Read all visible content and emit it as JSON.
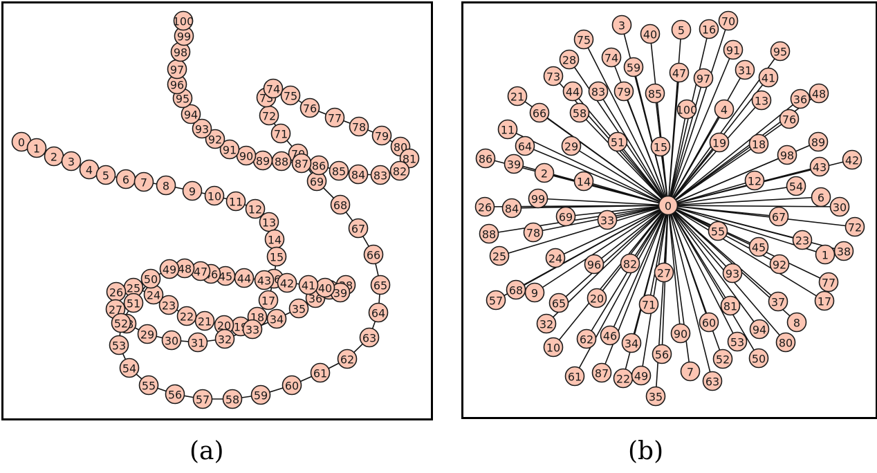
{
  "figure": {
    "panels": [
      {
        "id": "a",
        "caption": "(a)",
        "kind": "path-graph",
        "node_labels": [
          "0",
          "1",
          "2",
          "3",
          "4",
          "5",
          "6",
          "7",
          "8",
          "9",
          "10",
          "11",
          "12",
          "13",
          "14",
          "15",
          "16",
          "17",
          "18",
          "19",
          "20",
          "21",
          "22",
          "23",
          "24",
          "25",
          "26",
          "27",
          "28",
          "29",
          "30",
          "31",
          "32",
          "33",
          "34",
          "35",
          "36",
          "37",
          "38",
          "39",
          "40",
          "41",
          "42",
          "43",
          "44",
          "45",
          "46",
          "47",
          "48",
          "49",
          "50",
          "51",
          "52",
          "53",
          "54",
          "55",
          "56",
          "57",
          "58",
          "59",
          "60",
          "61",
          "62",
          "63",
          "64",
          "65",
          "66",
          "67",
          "68",
          "69",
          "70",
          "71",
          "72",
          "73",
          "74",
          "75",
          "76",
          "77",
          "78",
          "79",
          "80",
          "81",
          "82",
          "83",
          "84",
          "85",
          "86",
          "87",
          "88",
          "89",
          "90",
          "91",
          "92",
          "93",
          "94",
          "95",
          "96",
          "97",
          "98",
          "99",
          "100"
        ]
      },
      {
        "id": "b",
        "caption": "(b)",
        "kind": "star-graph",
        "hub_label": "0",
        "node_labels": [
          "0",
          "1",
          "2",
          "3",
          "4",
          "5",
          "6",
          "7",
          "8",
          "9",
          "10",
          "11",
          "12",
          "13",
          "14",
          "15",
          "16",
          "17",
          "18",
          "19",
          "20",
          "21",
          "22",
          "23",
          "24",
          "25",
          "26",
          "27",
          "28",
          "29",
          "30",
          "31",
          "32",
          "33",
          "34",
          "35",
          "36",
          "37",
          "38",
          "39",
          "40",
          "41",
          "42",
          "43",
          "44",
          "45",
          "46",
          "47",
          "48",
          "49",
          "50",
          "51",
          "52",
          "53",
          "54",
          "55",
          "56",
          "57",
          "58",
          "59",
          "60",
          "61",
          "62",
          "63",
          "64",
          "65",
          "66",
          "67",
          "68",
          "69",
          "70",
          "71",
          "72",
          "73",
          "74",
          "75",
          "76",
          "77",
          "78",
          "79",
          "80",
          "81",
          "82",
          "83",
          "84",
          "85",
          "86",
          "87",
          "88",
          "89",
          "90",
          "91",
          "92",
          "93",
          "94",
          "95",
          "96",
          "97",
          "98",
          "99",
          "100"
        ]
      }
    ],
    "colors": {
      "node_fill": "#fcc5b3",
      "node_stroke": "#1a1a1a",
      "edge": "#111111",
      "frame": "#000000"
    }
  }
}
